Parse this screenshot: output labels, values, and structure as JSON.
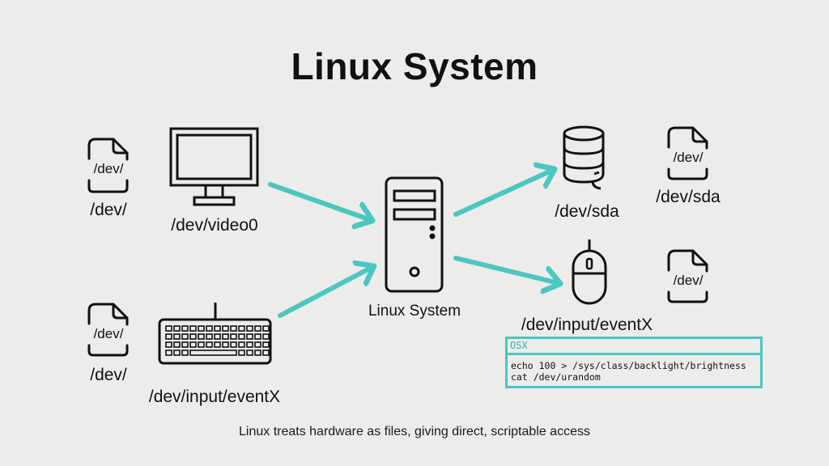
{
  "title": "Linux System",
  "caption": "Linux treats hardware as files, giving direct, scriptable access",
  "accent_color": "#4cc6c0",
  "devices": {
    "monitor": {
      "icon": "monitor-icon",
      "label": "/dev/video0"
    },
    "keyboard": {
      "icon": "keyboard-icon",
      "label": "/dev/input/eventX"
    },
    "computer": {
      "icon": "computer-tower-icon",
      "label": "Linux System"
    },
    "disk": {
      "icon": "database-icon",
      "label": "/dev/sda"
    },
    "mouse": {
      "icon": "mouse-icon",
      "label": "/dev/input/eventX"
    }
  },
  "files": [
    {
      "icon_text": "/dev/",
      "label": "/dev/"
    },
    {
      "icon_text": "/dev/",
      "label": "/dev/"
    },
    {
      "icon_text": "/dev/",
      "label": "/dev/sda"
    },
    {
      "icon_text": "/dev/",
      "label": ""
    }
  ],
  "terminal": {
    "tab_label": "OSX",
    "lines": [
      "echo 100 > /sys/class/backlight/brightness",
      "cat /dev/urandom"
    ]
  }
}
